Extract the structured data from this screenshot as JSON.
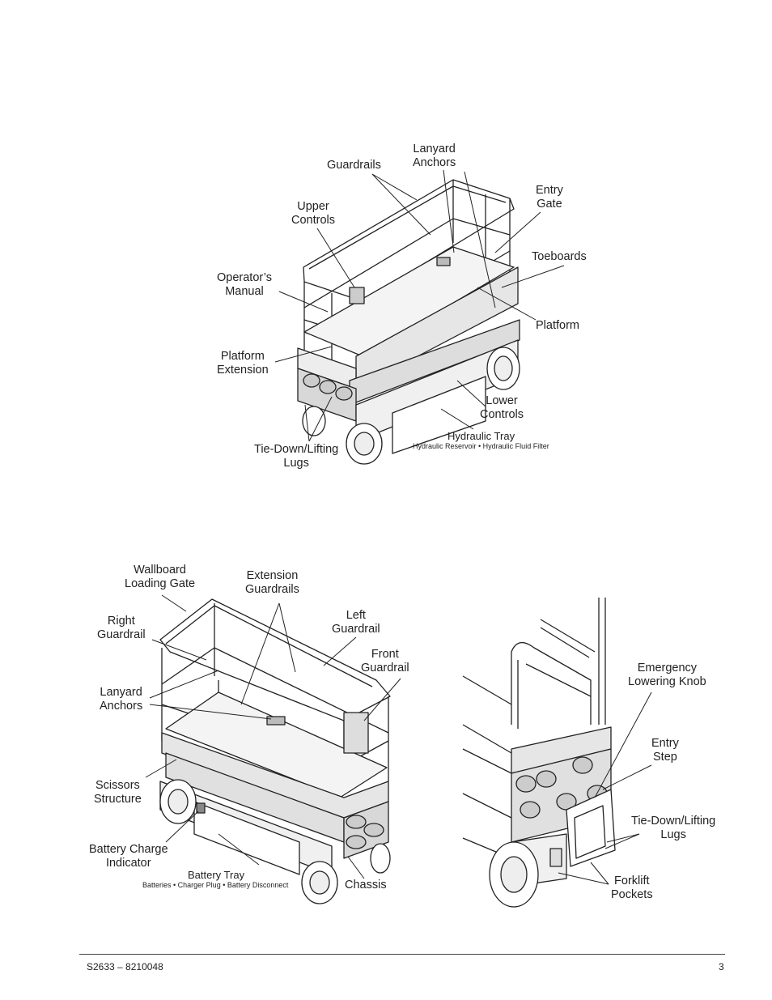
{
  "diagram1": {
    "labels": {
      "guardrails": "Guardrails",
      "lanyard_anchors": "Lanyard\nAnchors",
      "entry_gate": "Entry\nGate",
      "upper_controls": "Upper\nControls",
      "toeboards": "Toeboards",
      "operators_manual": "Operator’s\nManual",
      "platform": "Platform",
      "platform_extension": "Platform\nExtension",
      "lower_controls": "Lower\nControls",
      "hydraulic_tray": "Hydraulic Tray",
      "hydraulic_tray_sub": "Hydraulic Reservoir • Hydraulic Fluid Filter",
      "tiedown_lugs": "Tie-Down/Lifting\nLugs"
    }
  },
  "diagram2": {
    "labels": {
      "wallboard_gate": "Wallboard\nLoading Gate",
      "extension_guardrails": "Extension\nGuardrails",
      "right_guardrail": "Right\nGuardrail",
      "left_guardrail": "Left\nGuardrail",
      "front_guardrail": "Front\nGuardrail",
      "lanyard_anchors": "Lanyard\nAnchors",
      "scissors_structure": "Scissors\nStructure",
      "battery_charge_indicator": "Battery Charge\nIndicator",
      "battery_tray": "Battery Tray",
      "battery_tray_sub": "Batteries • Charger Plug • Battery Disconnect",
      "chassis": "Chassis"
    }
  },
  "diagram3": {
    "labels": {
      "emergency_lowering_knob": "Emergency\nLowering Knob",
      "entry_step": "Entry\nStep",
      "tiedown_lugs": "Tie-Down/Lifting\nLugs",
      "forklift_pockets": "Forklift\nPockets"
    }
  },
  "footer": {
    "doc_id": "S2633 – 8210048",
    "page_number": "3"
  }
}
